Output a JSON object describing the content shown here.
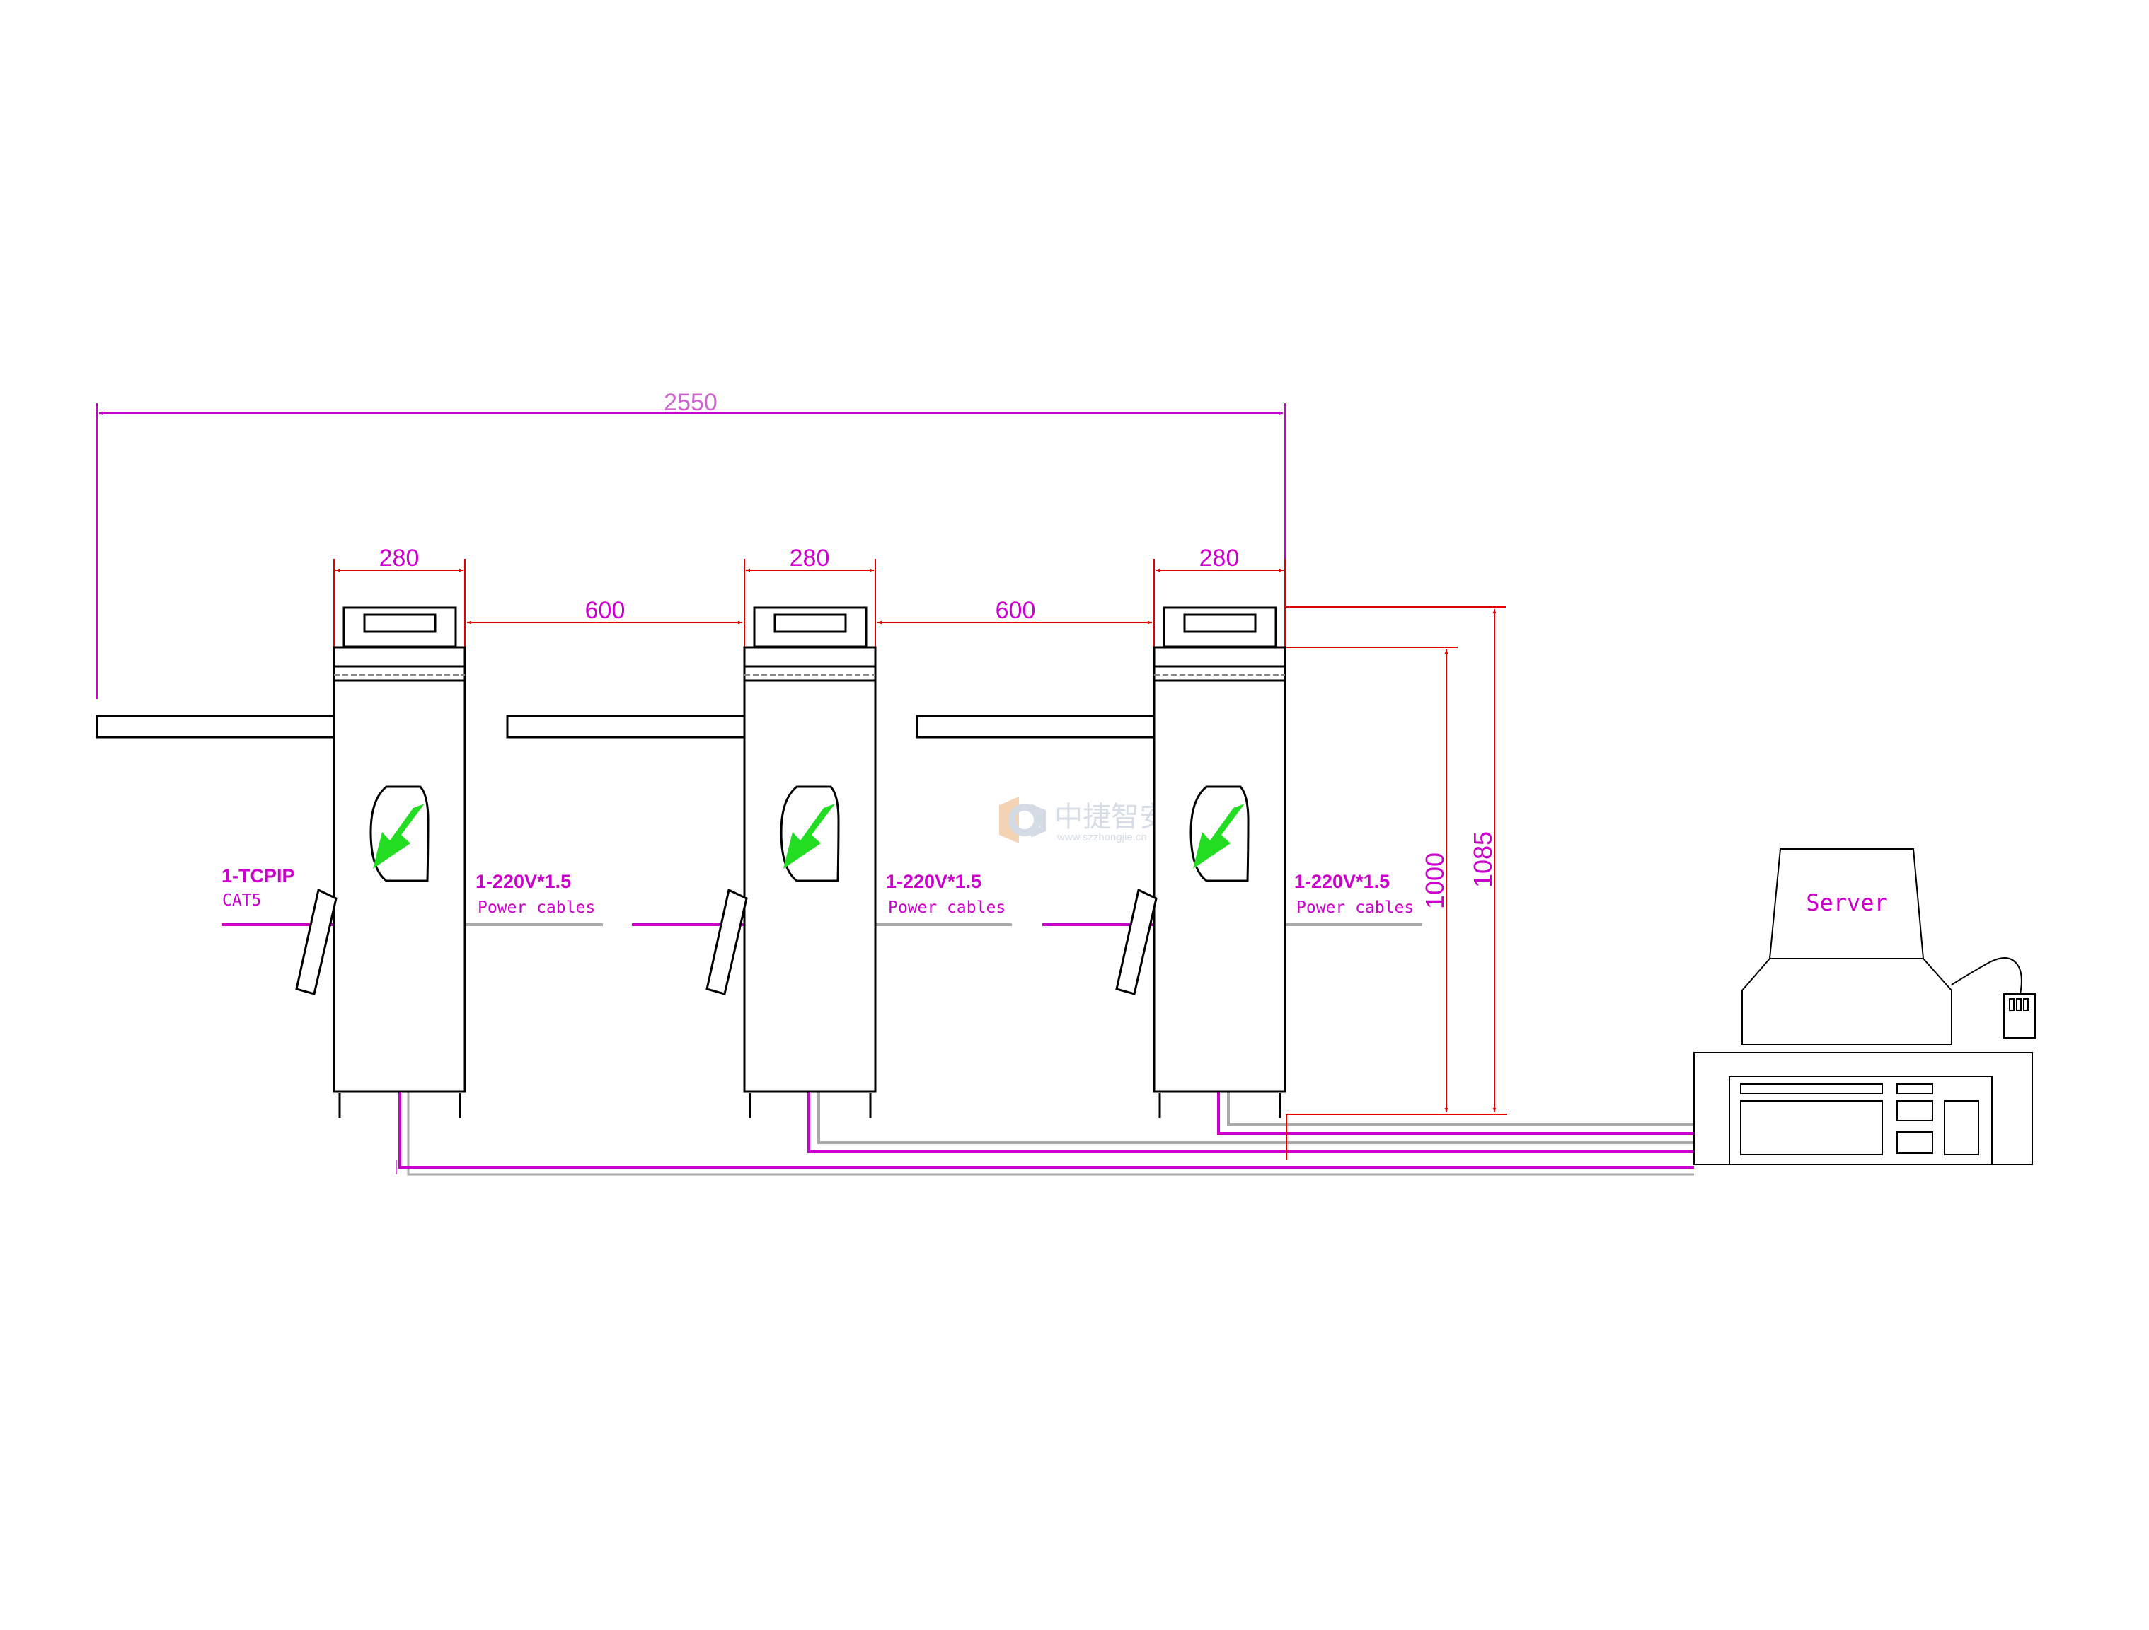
{
  "dimensions": {
    "overall_width": "2550",
    "unit_widths": [
      "280",
      "280",
      "280"
    ],
    "gaps": [
      "600",
      "600"
    ],
    "height_body": "1000",
    "height_total": "1085"
  },
  "labels": {
    "network_cable": "1-TCPIP",
    "network_cable_type": "CAT5",
    "power_spec": "1-220V*1.5",
    "power_desc": "Power cables",
    "server": "Server"
  },
  "watermark": {
    "name": "中捷智安",
    "url": "www.szzhongjie.cn"
  },
  "colors": {
    "outline": "#000000",
    "dimension": "#e00000",
    "label": "#cc00cc",
    "data_cable": "#cc00cc",
    "power_cable": "#999999",
    "arrow": "#22dd22"
  }
}
